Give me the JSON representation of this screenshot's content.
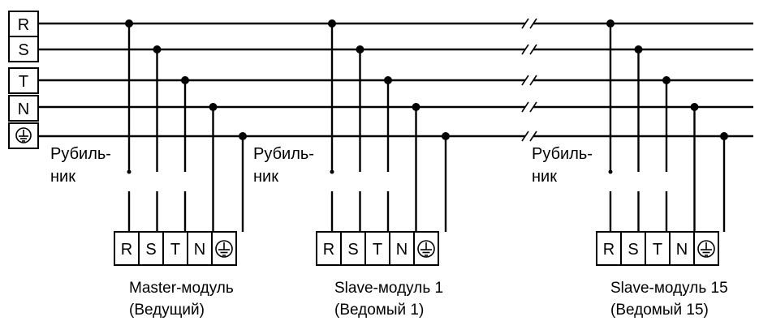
{
  "bus_labels": [
    "R",
    "S",
    "T",
    "N"
  ],
  "switch_label_line1": "Рубиль-",
  "switch_label_line2": "ник",
  "terminal_labels": [
    "R",
    "S",
    "T",
    "N"
  ],
  "modules": [
    {
      "line1": "Master-модуль",
      "line2": "(Ведущий)"
    },
    {
      "line1": "Slave-модуль 1",
      "line2": "(Ведомый 1)"
    },
    {
      "line1": "Slave-модуль 15",
      "line2": "(Ведомый 15)"
    }
  ],
  "icons": {
    "ground": "ground-icon"
  }
}
